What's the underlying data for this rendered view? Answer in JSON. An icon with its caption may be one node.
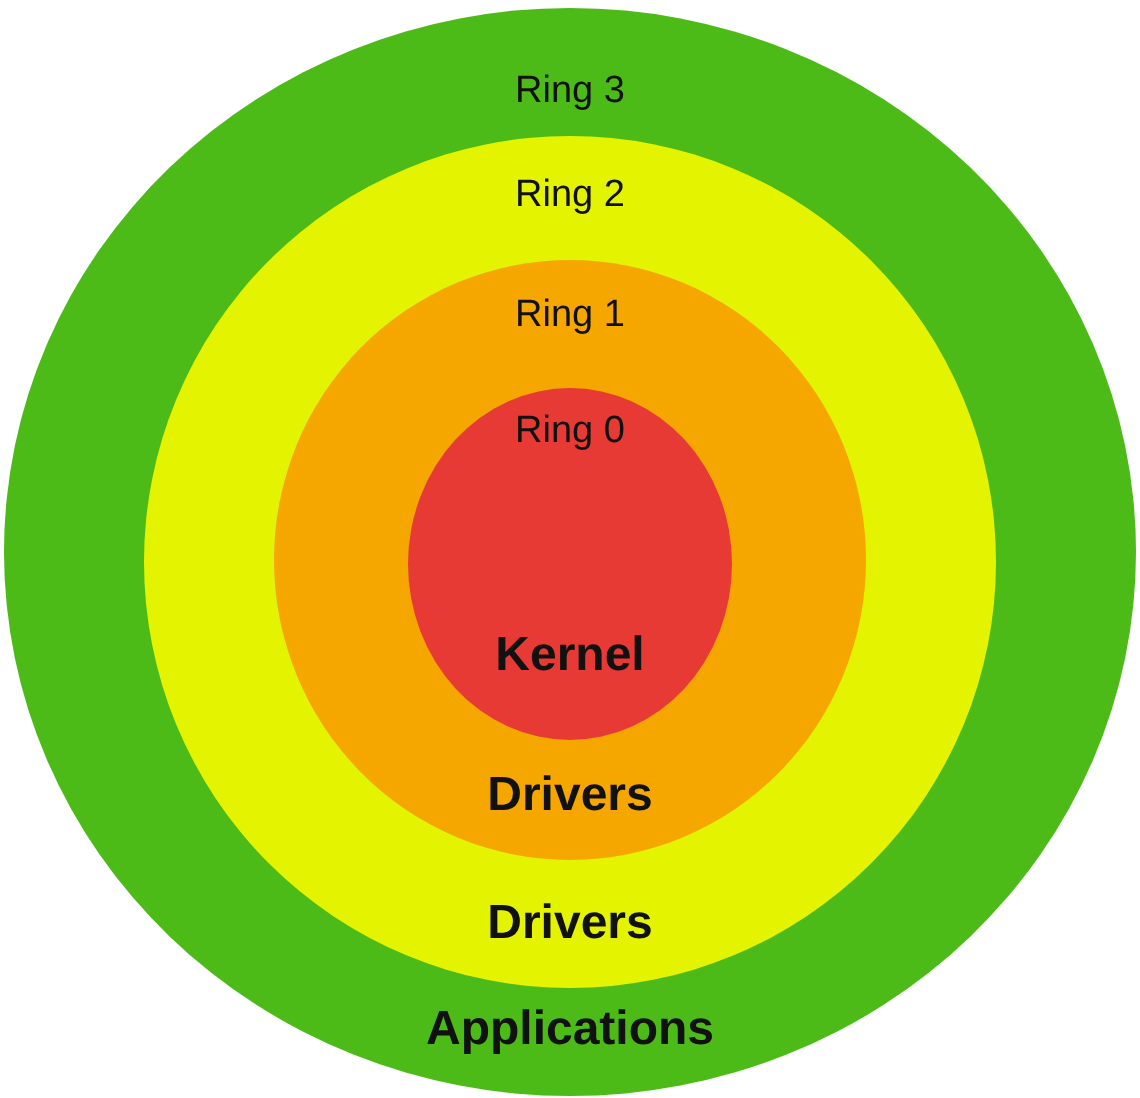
{
  "diagram": {
    "nodes": [
      {
        "text": [
          "Ring 3",
          "Applications"
        ]
      },
      {
        "text": [
          "Ring 2",
          "Drivers"
        ],
        "in": 0
      },
      {
        "text": [
          "Ring 1",
          "Drivers"
        ],
        "in": 1
      },
      {
        "text": [
          "Ring 0",
          "Kernel"
        ],
        "in": 2
      }
    ]
  }
}
